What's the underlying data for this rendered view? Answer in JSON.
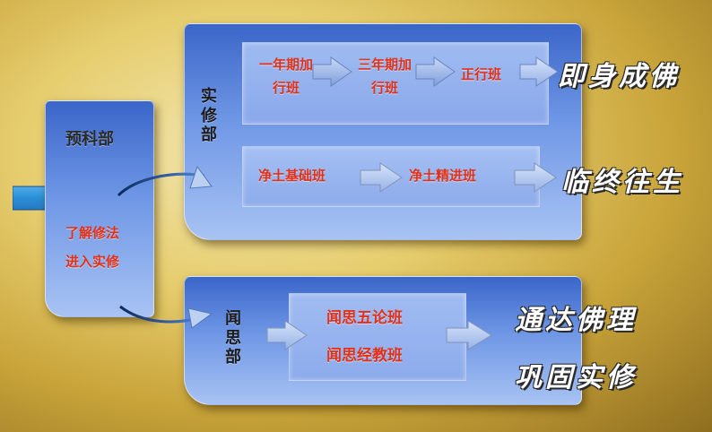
{
  "left_panel": {
    "title": "预科部",
    "desc_line1": "了解修法",
    "desc_line2": "进入实修"
  },
  "top_panel": {
    "side_label": "实修部",
    "row1": {
      "step1": "一年期加行班",
      "step2": "三年期加行班",
      "step3": "正行班"
    },
    "row2": {
      "step1": "净土基础班",
      "step2": "净土精进班"
    }
  },
  "bottom_panel": {
    "side_label": "闻思部",
    "class1": "闻思五论班",
    "class2": "闻思经教班"
  },
  "goals": {
    "goal1": "即身成佛",
    "goal2": "临终往生",
    "goal3": "通达佛理",
    "goal4": "巩固实修"
  },
  "colors": {
    "panel_blue": "#3a66c8",
    "label_red": "#e0321a",
    "arrow_blue": "#3aa0e0"
  }
}
